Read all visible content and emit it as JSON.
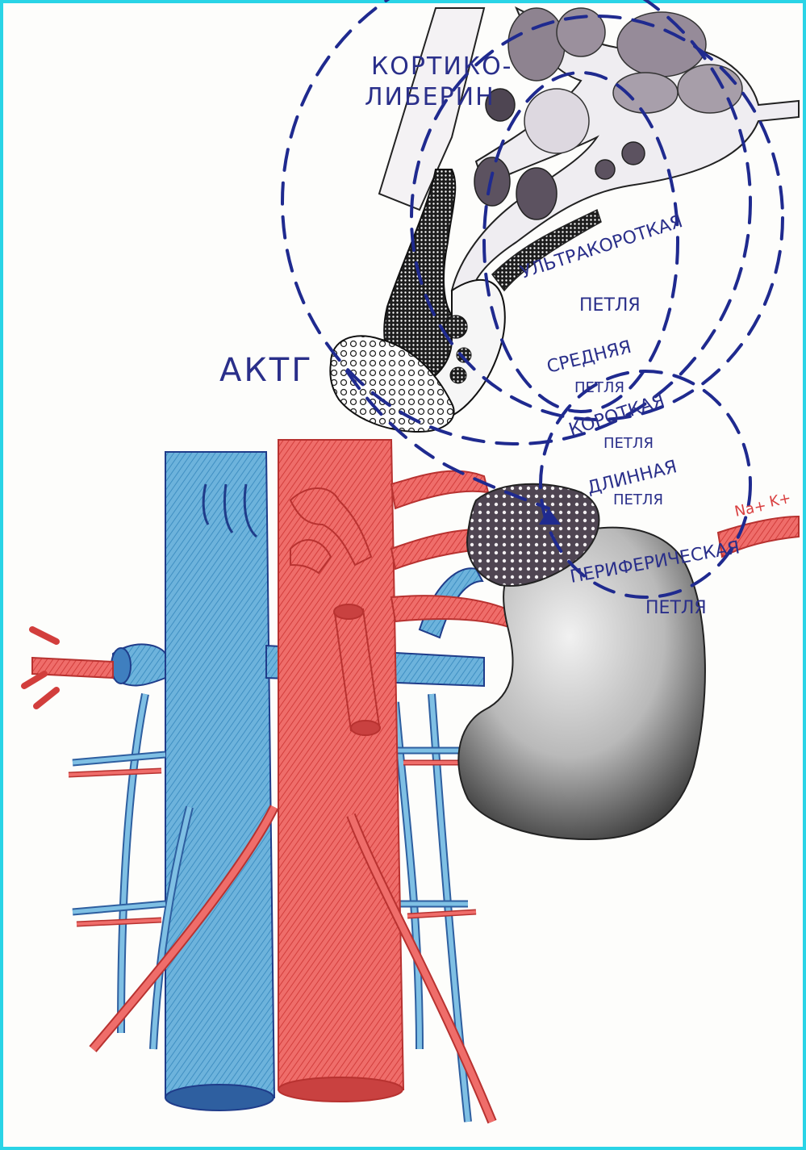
{
  "labels": {
    "corticoliberin_line1": "КОРТИКО-",
    "corticoliberin_line2": "ЛИБЕРИН",
    "actg": "АКТГ",
    "ultrashort_line1": "УЛЬТРАКОРОТКАЯ",
    "ultrashort_line2": "ПЕТЛЯ",
    "middle_line1": "СРЕДНЯЯ",
    "middle_line2": "ПЕТЛЯ",
    "short_line1": "КОРОТКАЯ",
    "short_line2": "ПЕТЛЯ",
    "long_line1": "ДЛИННАЯ",
    "long_line2": "ПЕТЛЯ",
    "peripheral_line1": "ПЕРИФЕРИЧЕСКАЯ",
    "peripheral_line2": "ПЕТЛЯ",
    "ion_na": "Na+",
    "ion_k": "K+"
  },
  "colors": {
    "frame": "#2ad4e6",
    "label_ink": "#2a2f8a",
    "loop_ink": "#1f2a8f",
    "vein": "#5aa9d6",
    "artery": "#e0504f",
    "kidney": "#9a9a9a",
    "adrenal": "#6b6170",
    "ion_label": "#d94040"
  }
}
